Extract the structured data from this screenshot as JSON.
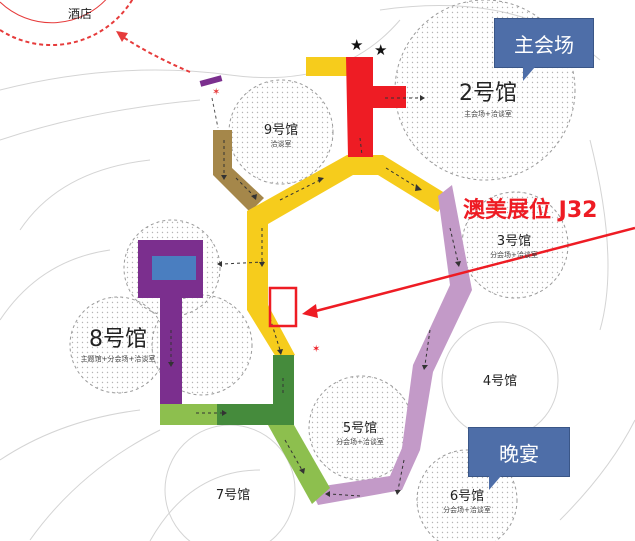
{
  "hotel_label": "酒店",
  "halls": [
    {
      "id": "h2",
      "name": "2号馆",
      "sub": "主会场+洽谈室"
    },
    {
      "id": "h3",
      "name": "3号馆",
      "sub": "分会场+洽谈室"
    },
    {
      "id": "h4",
      "name": "4号馆",
      "sub": ""
    },
    {
      "id": "h5",
      "name": "5号馆",
      "sub": "分会场+洽谈室"
    },
    {
      "id": "h6",
      "name": "6号馆",
      "sub": "分会场+洽谈室"
    },
    {
      "id": "h7",
      "name": "7号馆",
      "sub": ""
    },
    {
      "id": "h8",
      "name": "8号馆",
      "sub": "主题馆+分会场+洽谈室"
    },
    {
      "id": "h9",
      "name": "9号馆",
      "sub": "洽谈室"
    }
  ],
  "callouts": {
    "main_venue": "主会场",
    "banquet": "晚宴"
  },
  "booth_label": "澳美展位 J32",
  "colors": {
    "red": "#ee1c24",
    "yellow": "#f6cc1c",
    "lilac": "#c39ac8",
    "olive": "#a5874a",
    "purple": "#7b2f8e",
    "blue": "#4a7ec0",
    "dark_green": "#458b3c",
    "light_green": "#8dbf4e",
    "callout_blue": "#4e6ea8"
  }
}
